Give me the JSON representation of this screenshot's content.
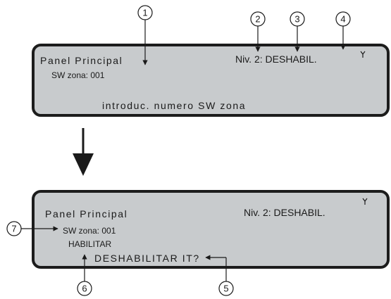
{
  "screen1": {
    "title": "Panel Principal",
    "level": "Niv. 2: DESHABIL.",
    "zone": "SW zona: 001",
    "prompt": "introduc. numero SW zona",
    "icon": "antenna-signal-icon"
  },
  "screen2": {
    "title": "Panel Principal",
    "level": "Niv. 2: DESHABIL.",
    "zone": "SW zona: 001",
    "action": "HABILITAR",
    "prompt": "DESHABILITAR IT?",
    "icon": "antenna-signal-icon"
  },
  "callouts": [
    "1",
    "2",
    "3",
    "4",
    "5",
    "6",
    "7"
  ]
}
